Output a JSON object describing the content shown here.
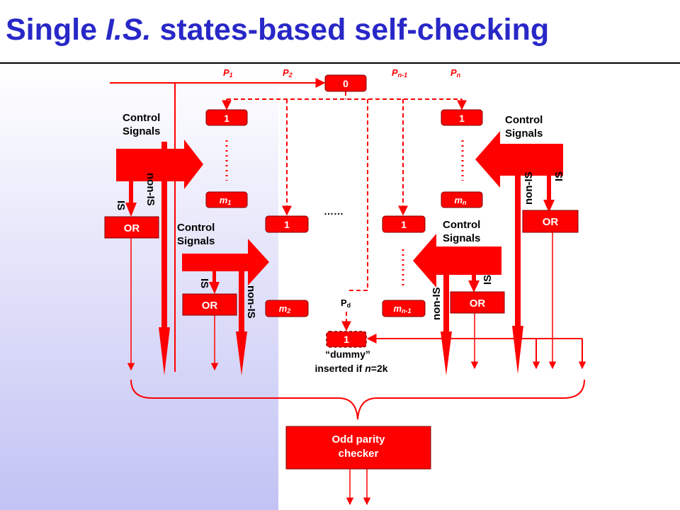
{
  "title": {
    "plain1": "Single ",
    "italic": "I.S.",
    "plain2": " states-based self-checking"
  },
  "colors": {
    "red": "#ff0000",
    "title": "#2828c8",
    "bg_gradient_end": "#c2c2f4"
  },
  "chain_labels": {
    "p1": "P",
    "p1_sub": "1",
    "p2": "P",
    "p2_sub": "2",
    "pn1": "P",
    "pn1_sub": "n-1",
    "pn": "P",
    "pn_sub": "n",
    "pd": "P",
    "pd_sub": "d"
  },
  "boxes": {
    "zero": "0",
    "one": "1",
    "m1": "m",
    "m1_sub": "1",
    "mn": "m",
    "mn_sub": "n",
    "m2": "m",
    "m2_sub": "2",
    "mn1": "m",
    "mn1_sub": "n-1",
    "or": "OR"
  },
  "labels": {
    "control": "Control",
    "signals": "Signals",
    "is": "IS",
    "non_is": "non-IS",
    "dots": "……",
    "dummy": "“dummy”",
    "inserted_pre": "inserted if ",
    "inserted_n": "n",
    "inserted_post": "=2k",
    "parity1": "Odd parity",
    "parity2": "checker"
  }
}
